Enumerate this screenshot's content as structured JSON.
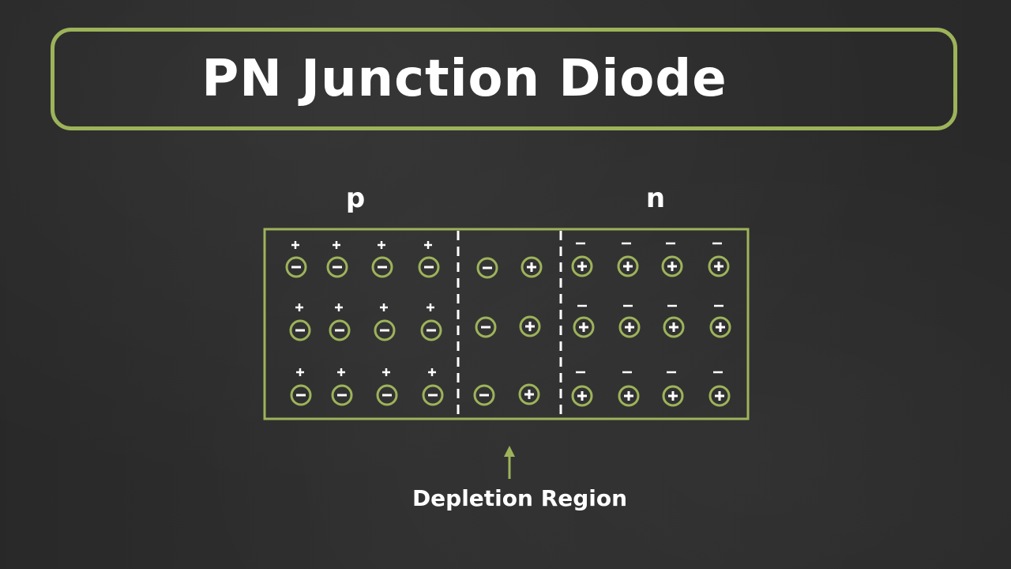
{
  "title": "PN Junction Diode",
  "regions": {
    "p_label": "p",
    "n_label": "n"
  },
  "depletion_label": "Depletion Region",
  "colors": {
    "background": "#2b2b2b",
    "accent": "#9db35a",
    "text": "#ffffff"
  },
  "charges": {
    "p_side": {
      "ion": "negative",
      "carrier": "positive",
      "columns": 4,
      "rows": 3
    },
    "depletion": {
      "left_ion": "negative",
      "right_ion": "positive",
      "rows": 3
    },
    "n_side": {
      "ion": "positive",
      "carrier": "negative",
      "columns": 4,
      "rows": 3
    }
  },
  "icons": {
    "negative_ion": "circled-minus-icon",
    "positive_ion": "circled-plus-icon",
    "hole": "plus-sign",
    "electron": "minus-sign",
    "arrow": "up-arrow-icon"
  }
}
